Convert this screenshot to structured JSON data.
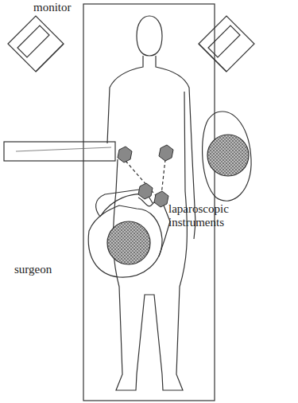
{
  "diagram": {
    "labels": [
      "monitor",
      "laparoscopic instruments",
      "surgeon"
    ]
  }
}
